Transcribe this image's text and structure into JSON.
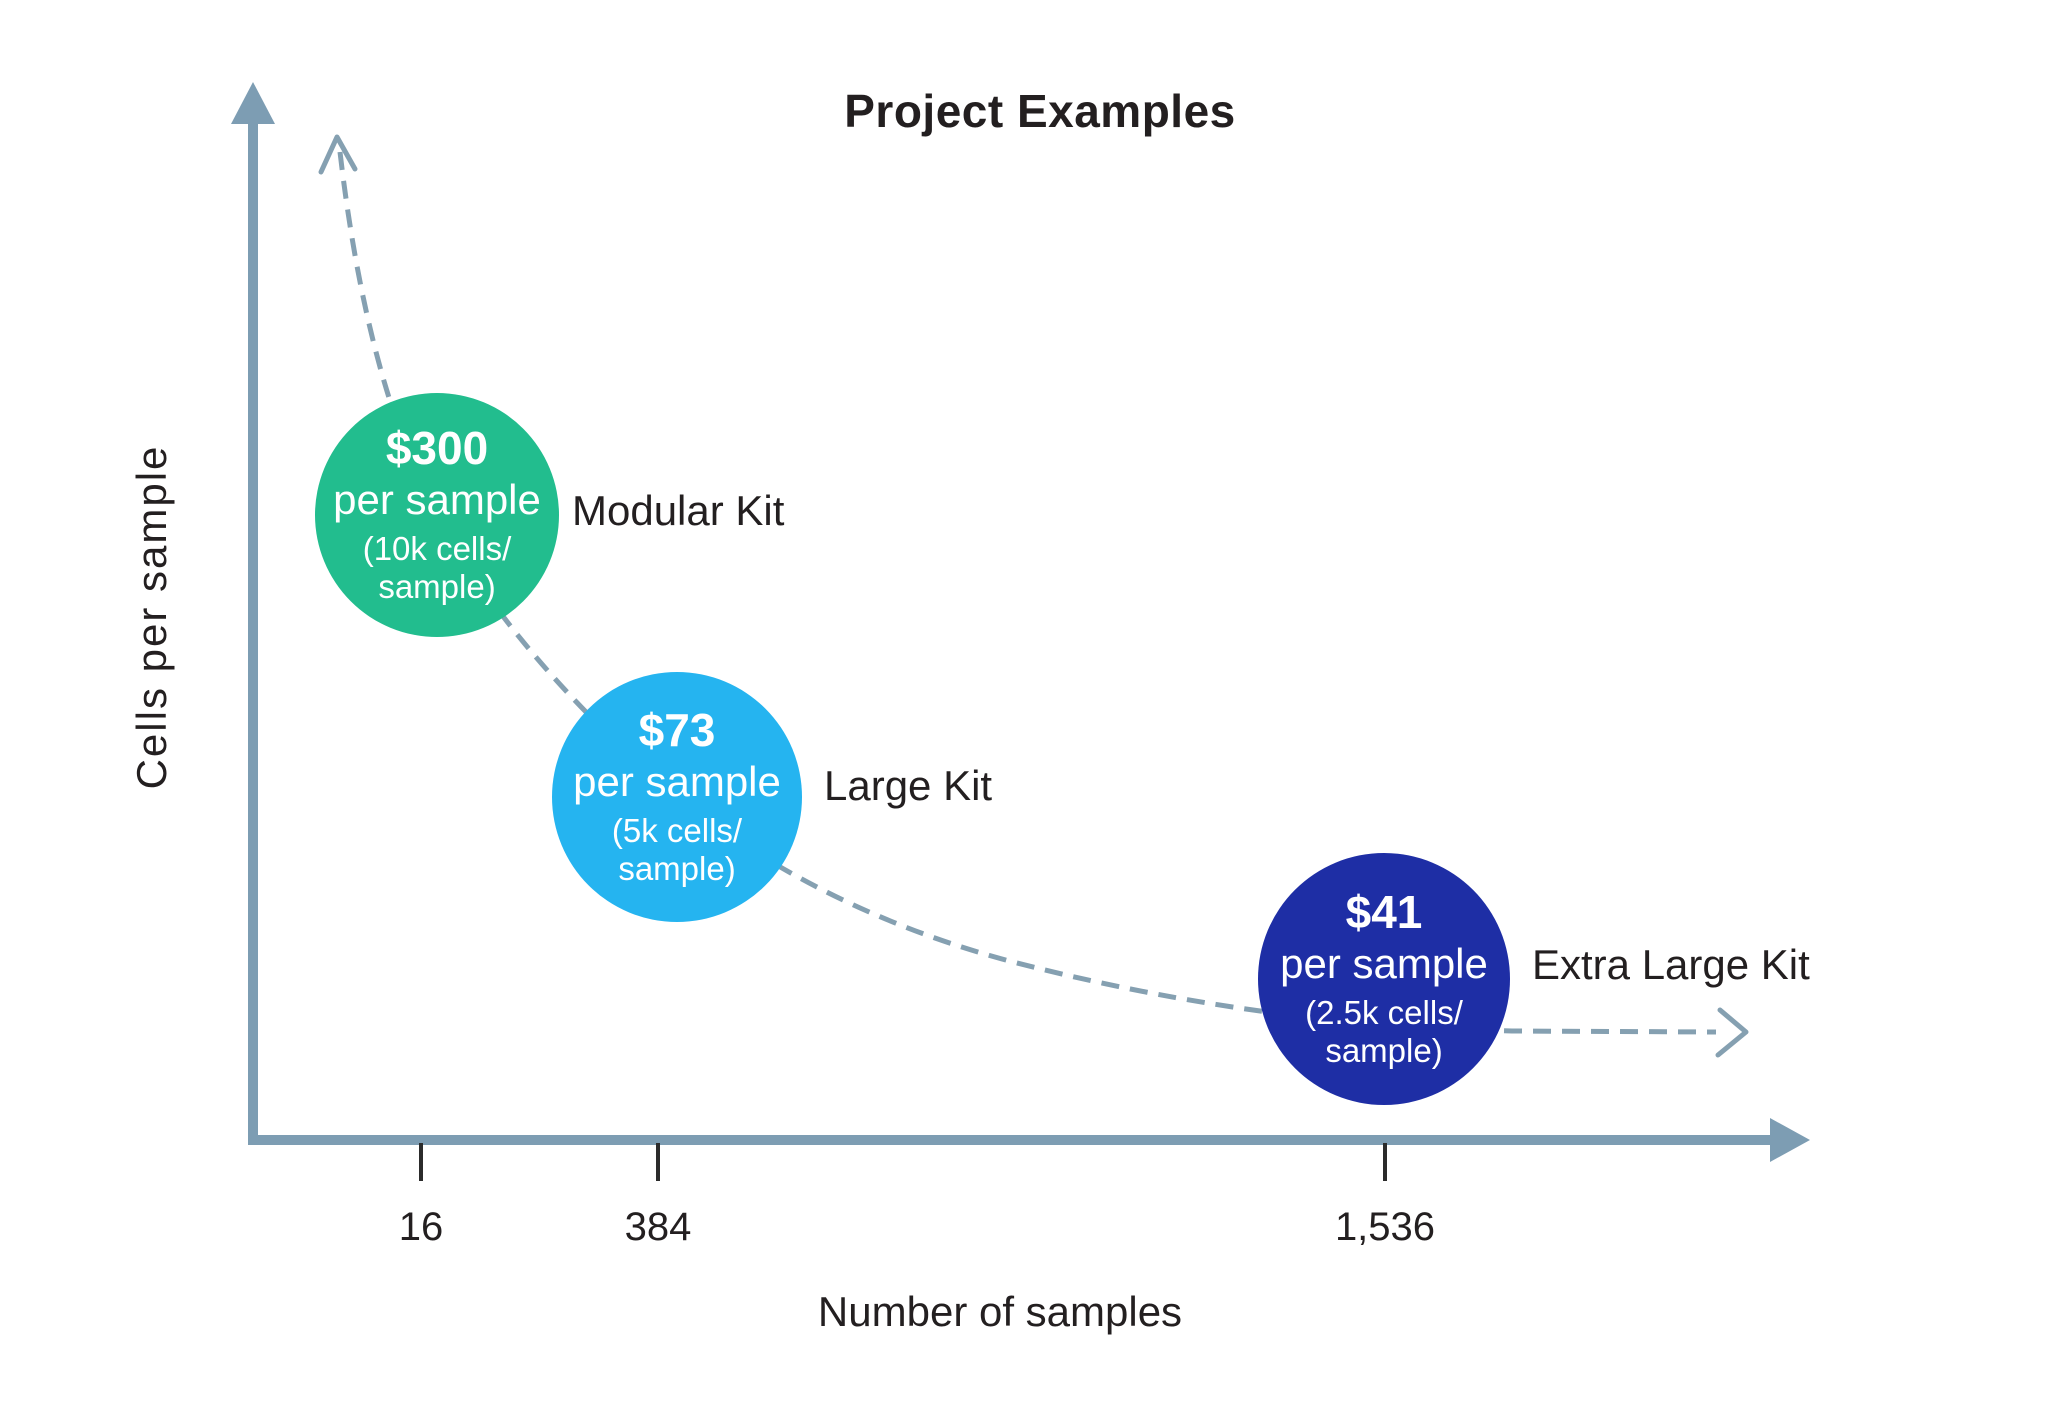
{
  "title": "Project Examples",
  "axes": {
    "y_label": "Cells per sample",
    "x_label": "Number of samples",
    "x_ticks": [
      "16",
      "384",
      "1,536"
    ]
  },
  "bubbles": [
    {
      "label": "Modular Kit",
      "price": "$300",
      "per": "per sample",
      "cells_line1": "(10k cells/",
      "cells_line2": "sample)",
      "color": "#22BD8E"
    },
    {
      "label": "Large Kit",
      "price": "$73",
      "per": "per sample",
      "cells_line1": "(5k cells/",
      "cells_line2": "sample)",
      "color": "#25B4F0"
    },
    {
      "label": "Extra Large Kit",
      "price": "$41",
      "per": "per sample",
      "cells_line1": "(2.5k cells/",
      "cells_line2": "sample)",
      "color": "#1E2EA5"
    }
  ],
  "colors": {
    "axis": "#7D9DB3",
    "dashed_line": "#85A0B1",
    "tick": "#2B2B2B",
    "text": "#231F20",
    "bubble_text": "#FFFFFF",
    "bubble_green": "#22BD8E",
    "bubble_light_blue": "#25B4F0",
    "bubble_dark_blue": "#1E2EA5"
  },
  "chart_data": {
    "type": "scatter",
    "title": "Project Examples",
    "xlabel": "Number of samples",
    "ylabel": "Cells per sample",
    "x_tick_labels": [
      "16",
      "384",
      "1,536"
    ],
    "points": [
      {
        "name": "Modular Kit",
        "samples": 16,
        "cells_per_sample": 10000,
        "price_per_sample_usd": 300,
        "bubble_text": "$300 per sample (10k cells/sample)",
        "color": "#22BD8E"
      },
      {
        "name": "Large Kit",
        "samples": 384,
        "cells_per_sample": 5000,
        "price_per_sample_usd": 73,
        "bubble_text": "$73 per sample (5k cells/sample)",
        "color": "#25B4F0"
      },
      {
        "name": "Extra Large Kit",
        "samples": 1536,
        "cells_per_sample": 2500,
        "price_per_sample_usd": 41,
        "bubble_text": "$41 per sample (2.5k cells/sample)",
        "color": "#1E2EA5"
      }
    ],
    "trend_line": "dashed concave-decreasing curve from upper-left to lower-right with open arrowheads at both ends",
    "legend": "none",
    "grid": false,
    "y_tick_labels": []
  }
}
